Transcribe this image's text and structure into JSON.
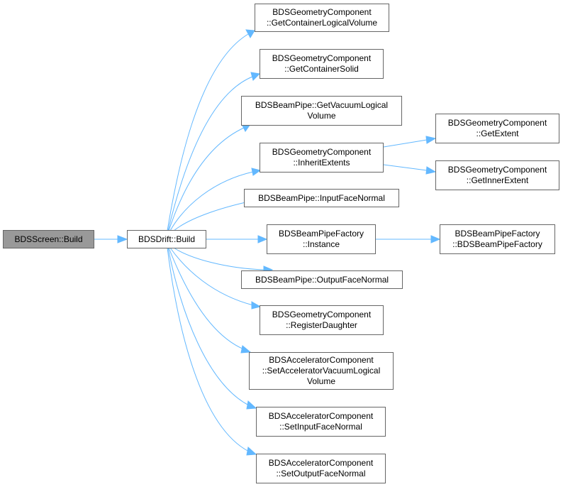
{
  "colors": {
    "edge": "#63b8ff",
    "root_fill": "#999999",
    "node_border": "#666666"
  },
  "nodes": {
    "bdsscreen_build": {
      "lines": [
        "BDSScreen::Build"
      ]
    },
    "bdsdrift_build": {
      "lines": [
        "BDSDrift::Build"
      ]
    },
    "get_container_lv": {
      "lines": [
        "BDSGeometryComponent",
        "::GetContainerLogicalVolume"
      ]
    },
    "get_container_solid": {
      "lines": [
        "BDSGeometryComponent",
        "::GetContainerSolid"
      ]
    },
    "get_vacuum_lv": {
      "lines": [
        "BDSBeamPipe::GetVacuumLogical",
        "Volume"
      ]
    },
    "inherit_extents": {
      "lines": [
        "BDSGeometryComponent",
        "::InheritExtents"
      ]
    },
    "get_extent": {
      "lines": [
        "BDSGeometryComponent",
        "::GetExtent"
      ]
    },
    "get_inner_extent": {
      "lines": [
        "BDSGeometryComponent",
        "::GetInnerExtent"
      ]
    },
    "input_face_normal": {
      "lines": [
        "BDSBeamPipe::InputFaceNormal"
      ]
    },
    "factory_instance": {
      "lines": [
        "BDSBeamPipeFactory",
        "::Instance"
      ]
    },
    "factory_ctor": {
      "lines": [
        "BDSBeamPipeFactory",
        "::BDSBeamPipeFactory"
      ]
    },
    "output_face_normal": {
      "lines": [
        "BDSBeamPipe::OutputFaceNormal"
      ]
    },
    "register_daughter": {
      "lines": [
        "BDSGeometryComponent",
        "::RegisterDaughter"
      ]
    },
    "set_acc_vacuum_lv": {
      "lines": [
        "BDSAcceleratorComponent",
        "::SetAcceleratorVacuumLogical",
        "Volume"
      ]
    },
    "set_input_fn": {
      "lines": [
        "BDSAcceleratorComponent",
        "::SetInputFaceNormal"
      ]
    },
    "set_output_fn": {
      "lines": [
        "BDSAcceleratorComponent",
        "::SetOutputFaceNormal"
      ]
    }
  }
}
